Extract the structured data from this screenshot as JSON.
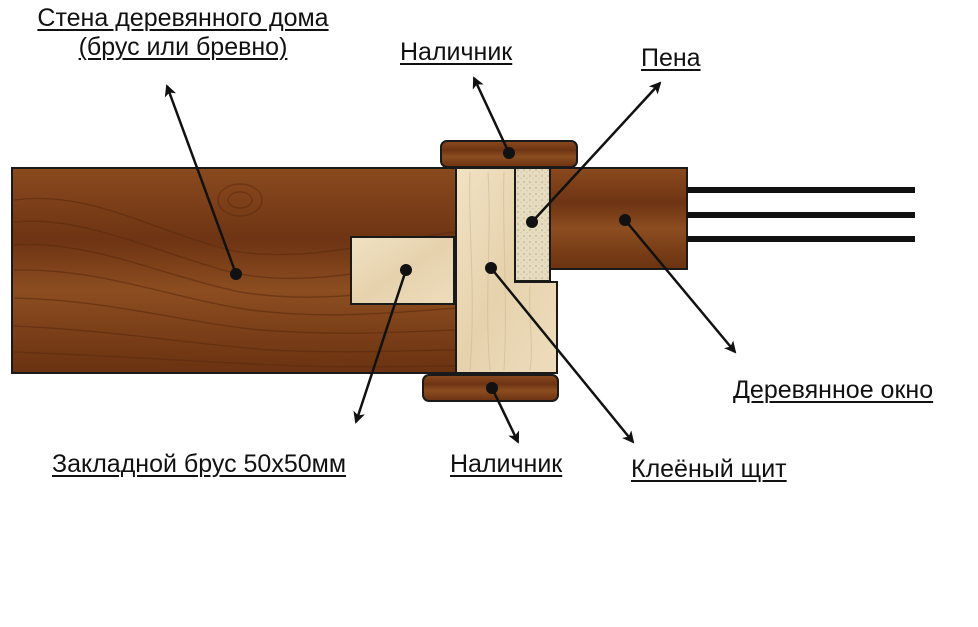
{
  "labels": {
    "wall_line1": "Стена деревянного дома",
    "wall_line2": "(брус или бревно)",
    "trim_top": "Наличник",
    "foam": "Пена",
    "window": "Деревянное окно",
    "beam": "Закладной брус 50х50мм",
    "trim_bottom": "Наличник",
    "glued_board": "Клеёный щит"
  },
  "colors": {
    "dark_wood": "#7a3c17",
    "light_wood": "#e9d7b6",
    "foam": "#e6dcc0",
    "outline": "#1a1a1a",
    "pointer": "#111111"
  }
}
